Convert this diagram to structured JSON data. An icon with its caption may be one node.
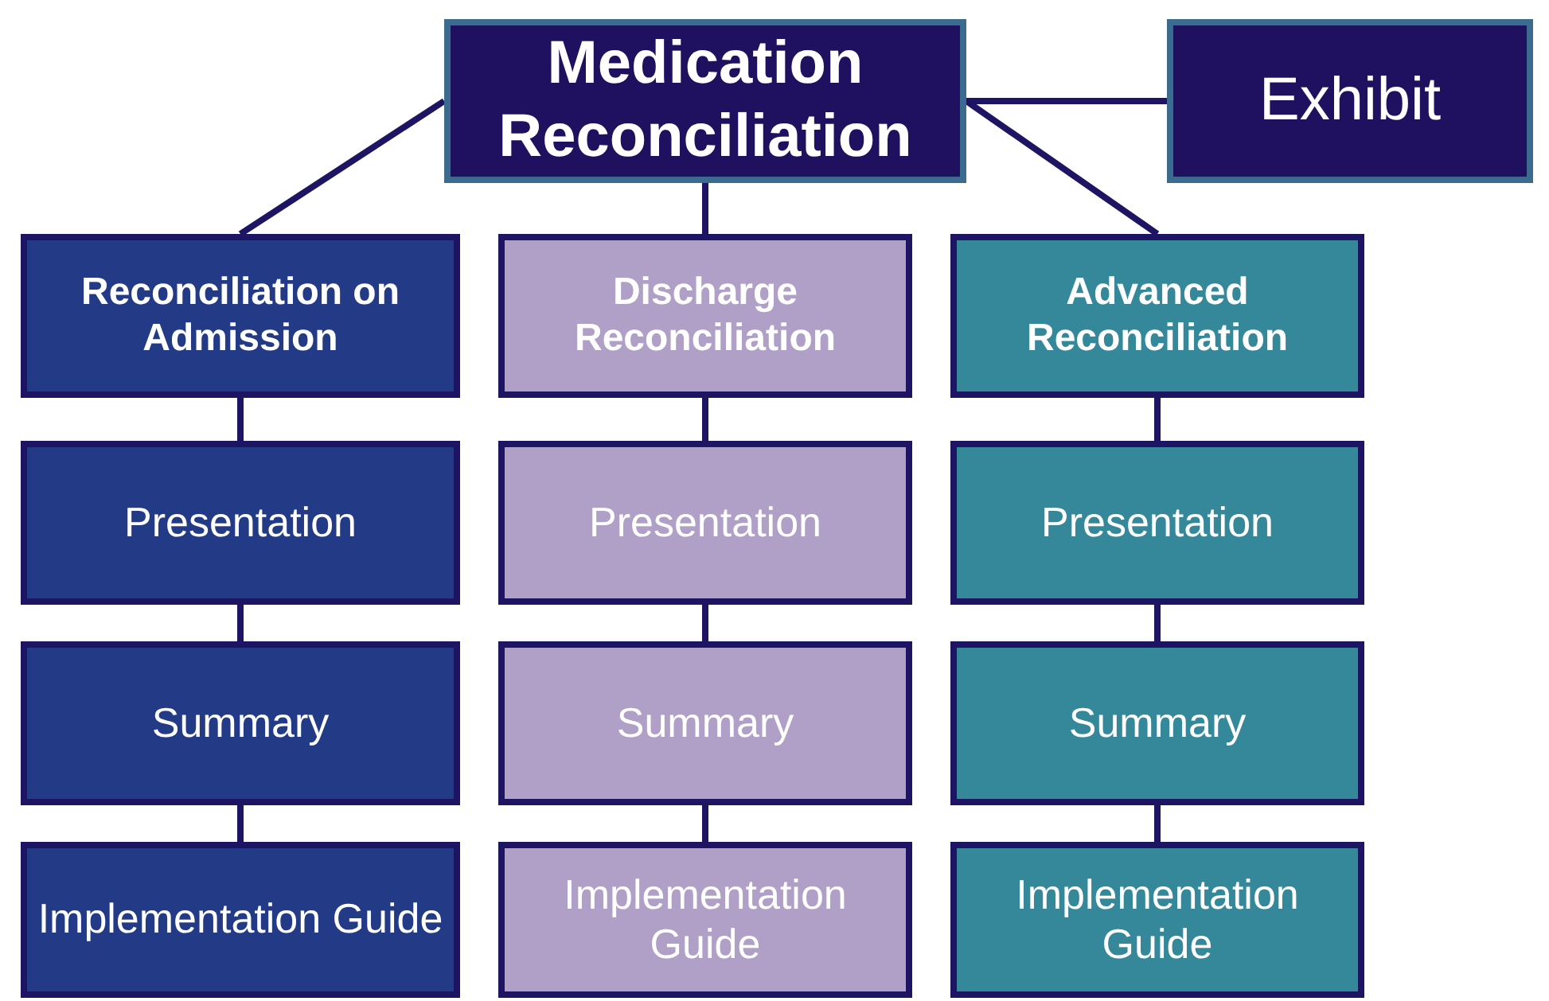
{
  "diagram": {
    "nodes": [
      {
        "text": [
          "Medication Reconciliation"
        ]
      },
      {
        "text": [
          "Exhibit"
        ]
      },
      {
        "text": [
          "Reconciliation on Admission"
        ]
      },
      {
        "text": [
          "Discharge Reconciliation"
        ]
      },
      {
        "text": [
          "Advanced Reconciliation"
        ]
      },
      {
        "text": [
          "Presentation"
        ]
      },
      {
        "text": [
          "Summary"
        ]
      },
      {
        "text": [
          "Implementation Guide"
        ]
      },
      {
        "text": [
          "Presentation"
        ]
      },
      {
        "text": [
          "Summary"
        ]
      },
      {
        "text": [
          "Implementation Guide"
        ]
      },
      {
        "text": [
          "Presentation"
        ]
      },
      {
        "text": [
          "Summary"
        ]
      },
      {
        "text": [
          "Implementation Guide"
        ]
      }
    ],
    "edges": [
      {
        "from": 0,
        "to": 1,
        "arrow": "none"
      },
      {
        "from": 0,
        "to": 2,
        "arrow": "none"
      },
      {
        "from": 0,
        "to": 3,
        "arrow": "none"
      },
      {
        "from": 0,
        "to": 4,
        "arrow": "none"
      },
      {
        "from": 2,
        "to": 5,
        "arrow": "none"
      },
      {
        "from": 5,
        "to": 6,
        "arrow": "none"
      },
      {
        "from": 6,
        "to": 7,
        "arrow": "none"
      },
      {
        "from": 3,
        "to": 8,
        "arrow": "none"
      },
      {
        "from": 8,
        "to": 9,
        "arrow": "none"
      },
      {
        "from": 9,
        "to": 10,
        "arrow": "none"
      },
      {
        "from": 4,
        "to": 11,
        "arrow": "none"
      },
      {
        "from": 11,
        "to": 12,
        "arrow": "none"
      },
      {
        "from": 12,
        "to": 13,
        "arrow": "none"
      }
    ]
  }
}
